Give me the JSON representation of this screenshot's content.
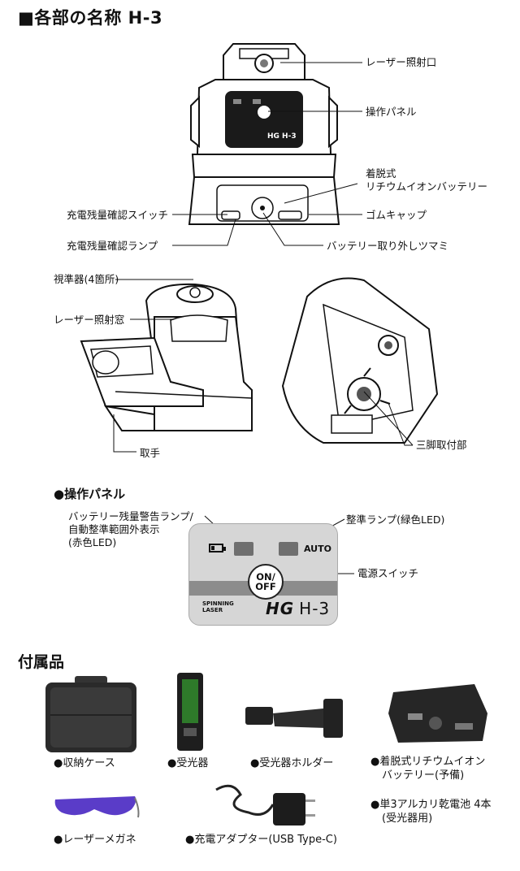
{
  "title": "■各部の名称 H-3",
  "parts": {
    "laser_exit": "レーザー照射口",
    "control_panel": "操作パネル",
    "battery_line1": "着脱式",
    "battery_line2": "リチウムイオンバッテリー",
    "rubber_cap": "ゴムキャップ",
    "check_switch": "充電残量確認スイッチ",
    "check_lamp": "充電残量確認ランプ",
    "battery_knob": "バッテリー取り外しツマミ",
    "sight": "視準器(4箇所)",
    "laser_window": "レーザー照射窓",
    "handle": "取手",
    "tripod_mount": "三脚取付部"
  },
  "panel_section": {
    "heading": "●操作パネル",
    "battery_warning_line1": "バッテリー残量警告ランプ/",
    "battery_warning_line2": "自動整準範囲外表示",
    "battery_warning_line3": "(赤色LED)",
    "level_lamp": "整準ランプ(緑色LED)",
    "power_switch": "電源スイッチ",
    "auto_text": "AUTO",
    "on_text": "ON/",
    "off_text": "OFF",
    "brand_line1": "SPINNING",
    "brand_line2": "LASER",
    "model_hg": "HG",
    "model_h3": "H-3"
  },
  "accessories": {
    "heading": "付属品",
    "case": "●収納ケース",
    "receiver": "●受光器",
    "receiver_holder": "●受光器ホルダー",
    "battery_line1": "●着脱式リチウムイオン",
    "battery_line2": "バッテリー(予備)",
    "aa_line1": "●単3アルカリ乾電池 4本",
    "aa_line2": "(受光器用)",
    "glasses": "●レーザーメガネ",
    "adapter": "●充電アダプター(USB Type-C)"
  },
  "colors": {
    "panel_bg": "#d6d6d6",
    "panel_band": "#8c8c8c",
    "glasses_lens": "#5a3cc8",
    "receiver_window": "#2e7a2a"
  }
}
